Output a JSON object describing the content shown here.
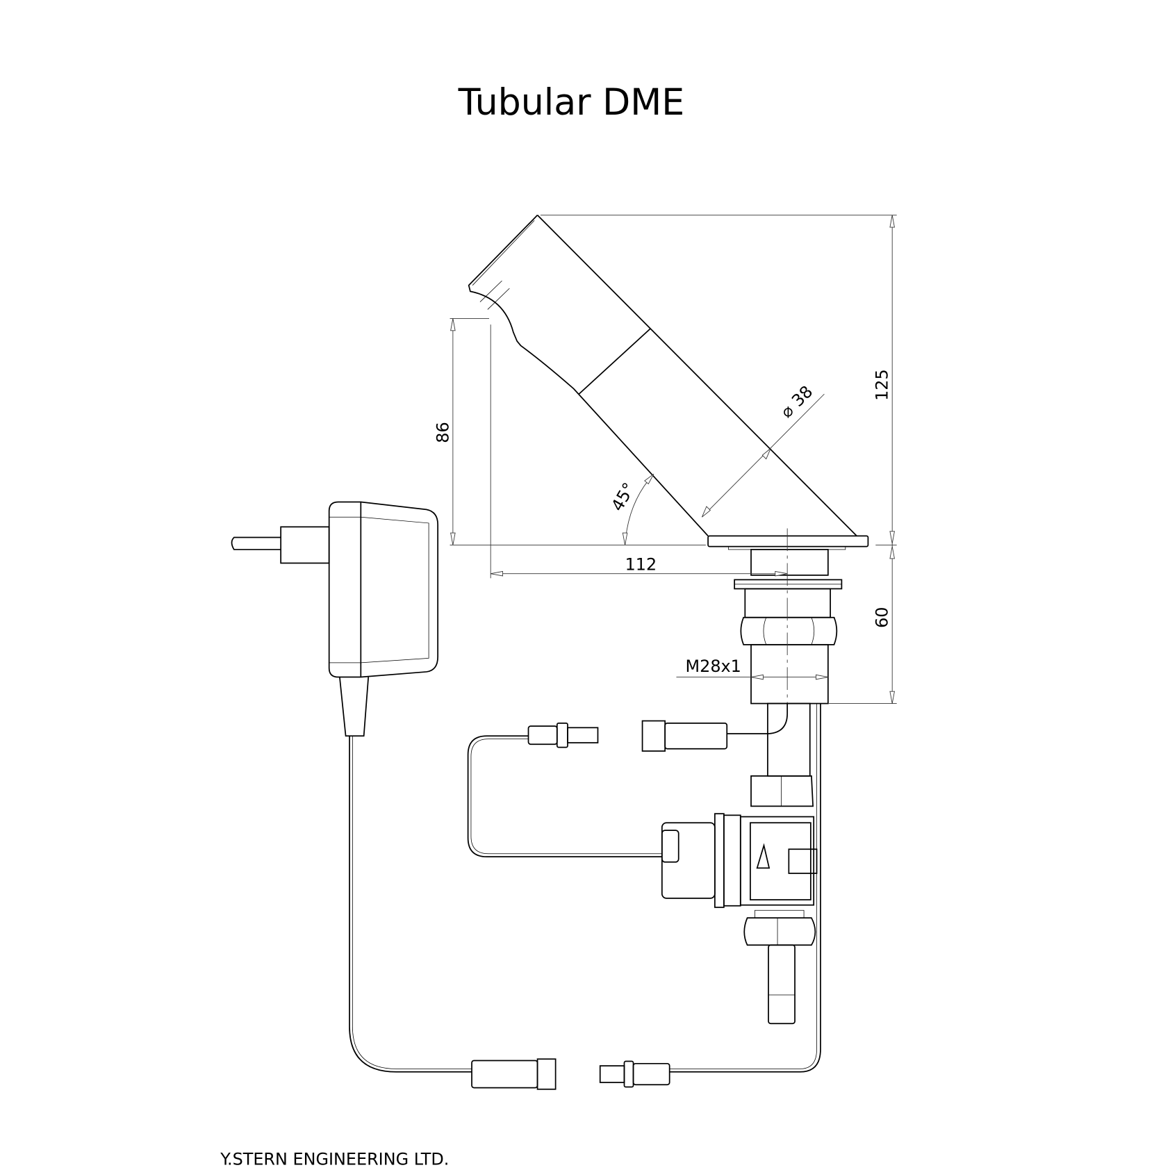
{
  "title": "Tubular DME",
  "footer": "Y.STERN ENGINEERING LTD.",
  "dimensions": {
    "height_total": "125",
    "outlet_height": "86",
    "reach": "112",
    "shank_length": "60",
    "angle": "45°",
    "diameter_symbol": "⌀",
    "diameter": "38",
    "thread": "M28x1"
  }
}
